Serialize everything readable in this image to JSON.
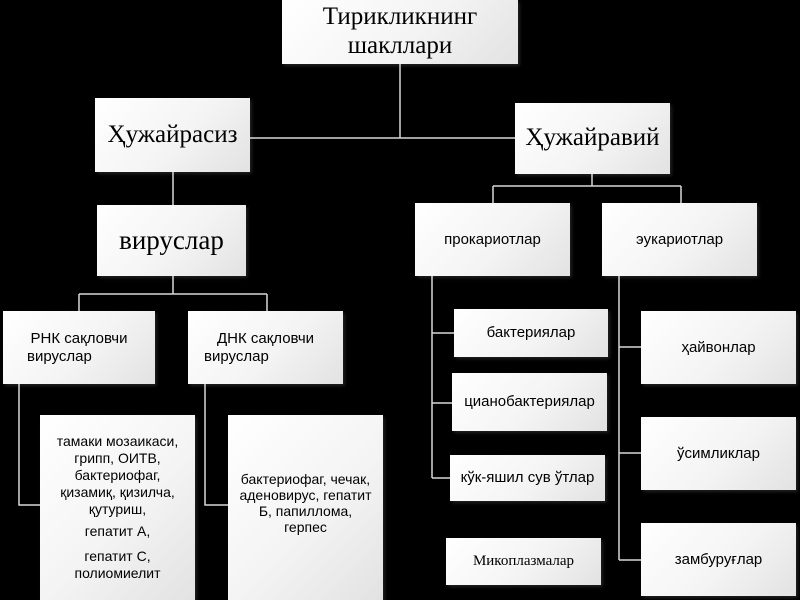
{
  "colors": {
    "background": "#000000",
    "box": "#f4f4f4",
    "line": "#d8d8d8",
    "text": "#000000"
  },
  "root": {
    "lines": [
      "Тирикликнинг",
      "шакллари"
    ]
  },
  "acellular": {
    "label": "Ҳужайрасиз",
    "viruses": {
      "label": "вируслар",
      "rna": {
        "lines": [
          "РНК сақловчи",
          "вируслар"
        ],
        "examples": [
          "тамаки мозаикаси,",
          "грипп, ОИТВ,",
          "бактериофаг,",
          "қизамиқ, қизилча,",
          "қутуриш,",
          "гепатит А,",
          "гепатит С,",
          "полиомиелит"
        ]
      },
      "dna": {
        "lines": [
          "ДНК сақловчи",
          "вируслар"
        ],
        "examples": [
          "бактериофаг, чечак,",
          "аденовирус, гепатит",
          "Б, папиллома,",
          "герпес"
        ]
      }
    }
  },
  "cellular": {
    "label": "Ҳужайравий",
    "prokaryotes": {
      "label": "прокариотлар",
      "items": [
        "бактериялар",
        "цианобактериялар",
        "кўк-яшил сув ўтлар"
      ]
    },
    "mycoplasma": {
      "label": "Микоплазмалар"
    },
    "eukaryotes": {
      "label": "эукариотлар",
      "items": [
        "ҳайвонлар",
        "ўсимликлар",
        "замбуруғлар"
      ]
    }
  }
}
